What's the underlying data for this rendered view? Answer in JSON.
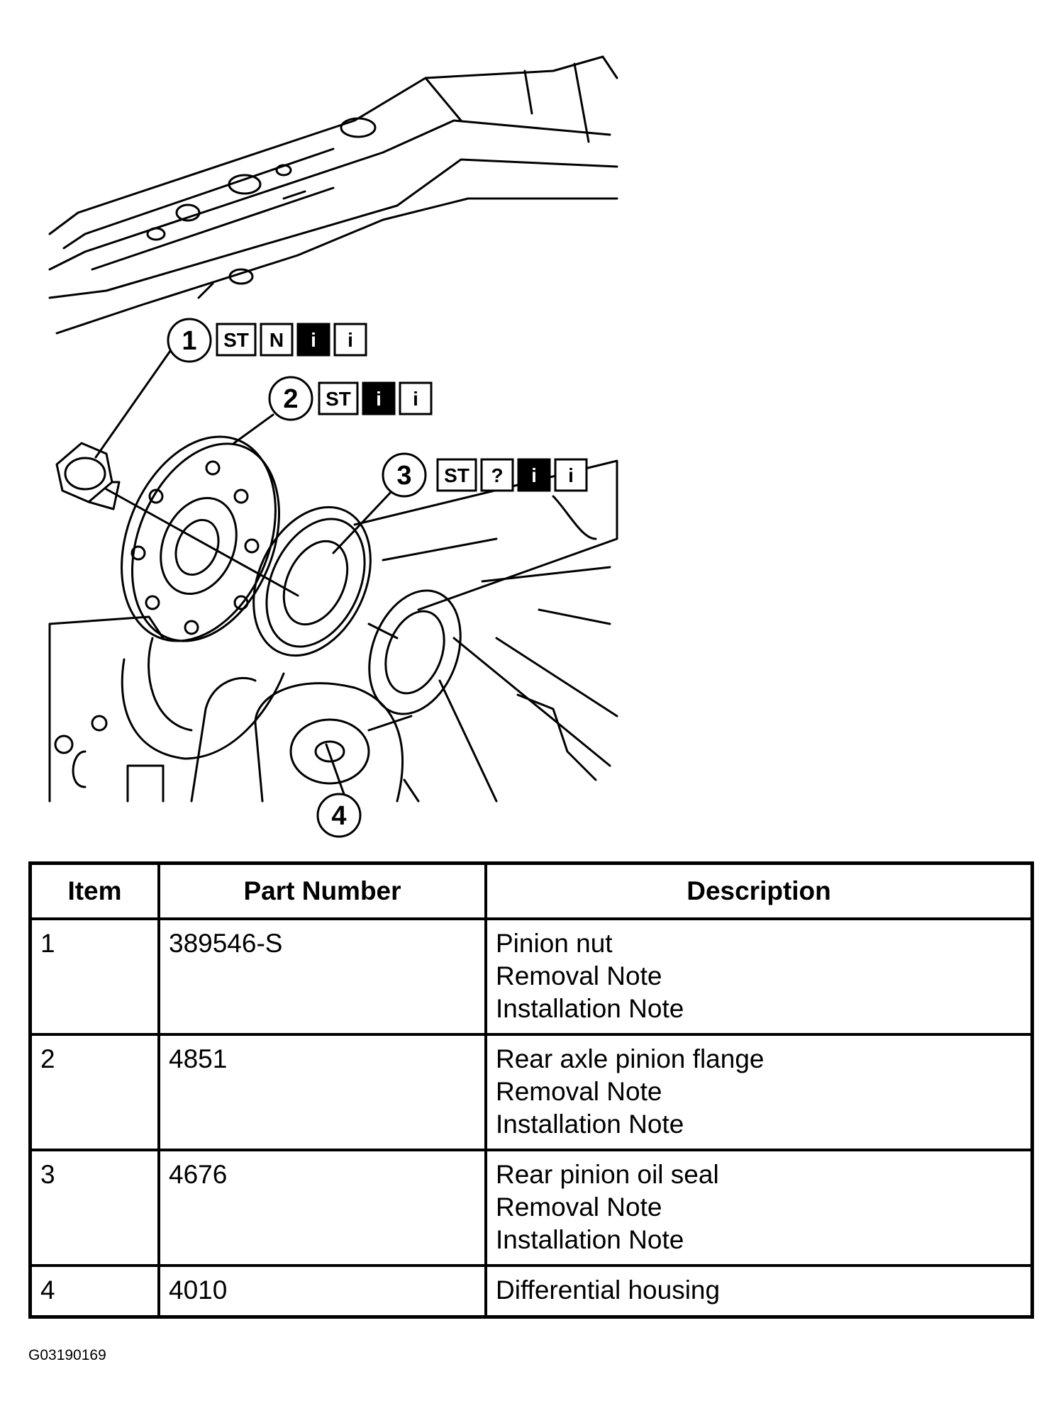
{
  "callouts": [
    {
      "number": "1",
      "icons": [
        "ST",
        "N",
        "i",
        "i"
      ]
    },
    {
      "number": "2",
      "icons": [
        "ST",
        "i",
        "i"
      ]
    },
    {
      "number": "3",
      "icons": [
        "ST",
        "?",
        "i",
        "i"
      ]
    },
    {
      "number": "4"
    }
  ],
  "table": {
    "headers": [
      "Item",
      "Part Number",
      "Description"
    ],
    "rows": [
      {
        "item": "1",
        "part": "389546-S",
        "desc": [
          "Pinion nut",
          "Removal Note",
          "Installation Note"
        ]
      },
      {
        "item": "2",
        "part": "4851",
        "desc": [
          "Rear axle pinion flange",
          "Removal Note",
          "Installation Note"
        ]
      },
      {
        "item": "3",
        "part": "4676",
        "desc": [
          "Rear pinion oil seal",
          "Removal Note",
          "Installation Note"
        ]
      },
      {
        "item": "4",
        "part": "4010",
        "desc": [
          "Differential housing"
        ]
      }
    ]
  },
  "figure_code": "G03190169"
}
